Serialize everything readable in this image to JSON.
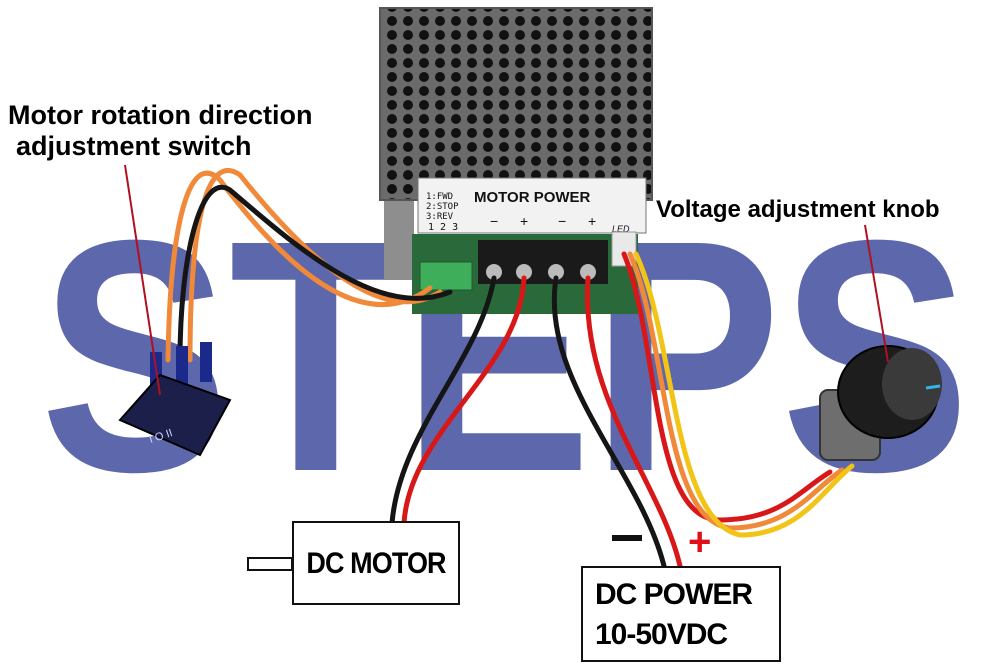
{
  "watermark": {
    "text": "STEPS",
    "color": "#4b57a3"
  },
  "labels": {
    "switch_line1": "Motor rotation direction",
    "switch_line2": "adjustment switch",
    "knob": "Voltage adjustment knob"
  },
  "controller": {
    "panel_title": "MOTOR  POWER",
    "mode_1": "1:FWD",
    "mode_2": "2:STOP",
    "mode_3": "3:REV",
    "mode_numbers": "1 2 3",
    "led": "LED",
    "term_motor_minus": "−",
    "term_motor_plus": "+",
    "term_power_minus": "−",
    "term_power_plus": "+"
  },
  "switch_marks": "I O II",
  "motor_box": {
    "label": "DC MOTOR"
  },
  "power_box": {
    "line1": "DC POWER",
    "line2": "10-50VDC"
  },
  "polarity": {
    "minus": "−",
    "plus": "+",
    "plus_color": "#e0101a"
  },
  "colors": {
    "callout_line": "#b01020",
    "wire_red": "#d81818",
    "wire_black": "#151515",
    "wire_orange": "#f08a3a",
    "wire_yellow": "#f2c417"
  }
}
